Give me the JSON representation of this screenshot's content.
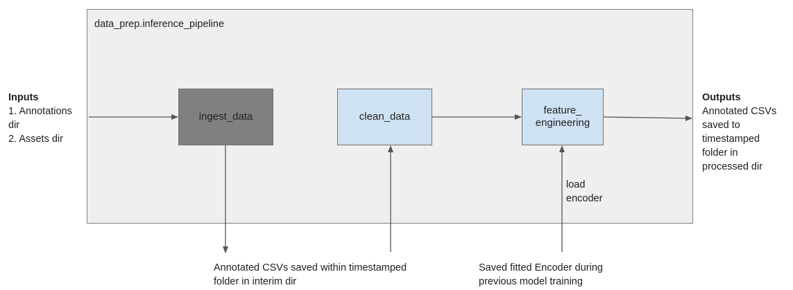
{
  "container": {
    "title": "data_prep.inference_pipeline",
    "background": "#efefef",
    "border": "#7f7f7f"
  },
  "nodes": [
    {
      "id": "ingest_data",
      "label": "ingest_data",
      "fill": "#808080"
    },
    {
      "id": "clean_data",
      "label": "clean_data",
      "fill": "#cfe2f3"
    },
    {
      "id": "feature_engineering",
      "label_lines": [
        "feature_",
        "engineering"
      ],
      "fill": "#cfe2f3"
    }
  ],
  "inputs": {
    "heading": "Inputs",
    "lines": [
      "1. Annotations",
      "dir",
      "2. Assets dir"
    ]
  },
  "outputs": {
    "heading": "Outputs",
    "lines": [
      "Annotated CSVs",
      "saved to",
      "timestamped",
      "folder in",
      "processed dir"
    ]
  },
  "annotations": {
    "interim": [
      "Annotated CSVs saved within timestamped",
      "folder in interim dir"
    ],
    "encoder_source": [
      "Saved fitted Encoder during",
      "previous model training"
    ],
    "load_encoder": [
      "load",
      "encoder"
    ]
  },
  "edges": [
    {
      "from": "inputs",
      "to": "ingest_data"
    },
    {
      "from": "ingest_data",
      "to": "interim_output"
    },
    {
      "from": "interim_output",
      "to": "clean_data"
    },
    {
      "from": "clean_data",
      "to": "feature_engineering"
    },
    {
      "from": "encoder_source",
      "to": "feature_engineering",
      "label": "load encoder"
    },
    {
      "from": "feature_engineering",
      "to": "outputs"
    }
  ],
  "colors": {
    "edge": "#555555",
    "text": "#202020"
  }
}
